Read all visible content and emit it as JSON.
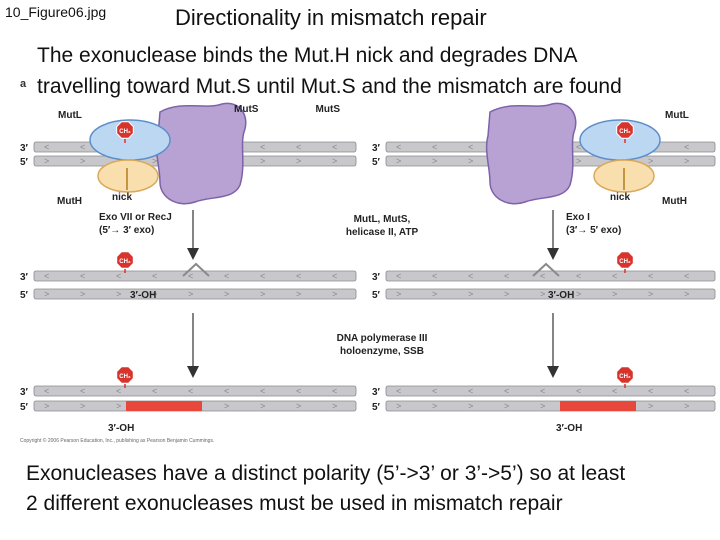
{
  "header": {
    "file_label": "10_Figure06.jpg",
    "title": "Directionality in mismatch repair",
    "subtitle_line1": "The exonuclease binds the Mut.H nick and degrades DNA",
    "subtitle_line2": "travelling toward Mut.S until Mut.S and the mismatch are found"
  },
  "figure": {
    "panel_label": "a",
    "strand_labels": {
      "three_prime": "3′",
      "five_prime": "5′"
    },
    "proteins": {
      "mutl": "MutL",
      "muts": "MutS",
      "muth": "MutH",
      "nick": "nick",
      "methyl": "CH₃"
    },
    "left_enzyme_line1": "Exo VII or RecJ",
    "left_enzyme_line2": "(5′→ 3′ exo)",
    "center_line1": "MutL, MutS,",
    "center_line2": "helicase II, ATP",
    "right_enzyme_line1": "Exo I",
    "right_enzyme_line2": "(3′→ 5′ exo)",
    "oh_label": "3′-OH",
    "polymerase_line1": "DNA polymerase III",
    "polymerase_line2": "holoenzyme, SSB",
    "copyright": "Copyright © 2006 Pearson Education, Inc., publishing as Pearson Benjamin Cummings."
  },
  "footer": {
    "line1": "Exonucleases have a distinct polarity (5’->3’ or 3’->5’) so at least",
    "line2": "2 different exonucleases must be used in mismatch repair"
  },
  "colors": {
    "strand": "#c8c8cc",
    "strand_edge": "#8a8a8e",
    "mutl": "#bcd7f2",
    "mutl_edge": "#5c8fc8",
    "muth": "#f9dfae",
    "muth_edge": "#d9a85a",
    "muts": "#b7a2d3",
    "muts_edge": "#7d62a8",
    "methyl": "#d8342e",
    "repair": "#e8473b"
  }
}
